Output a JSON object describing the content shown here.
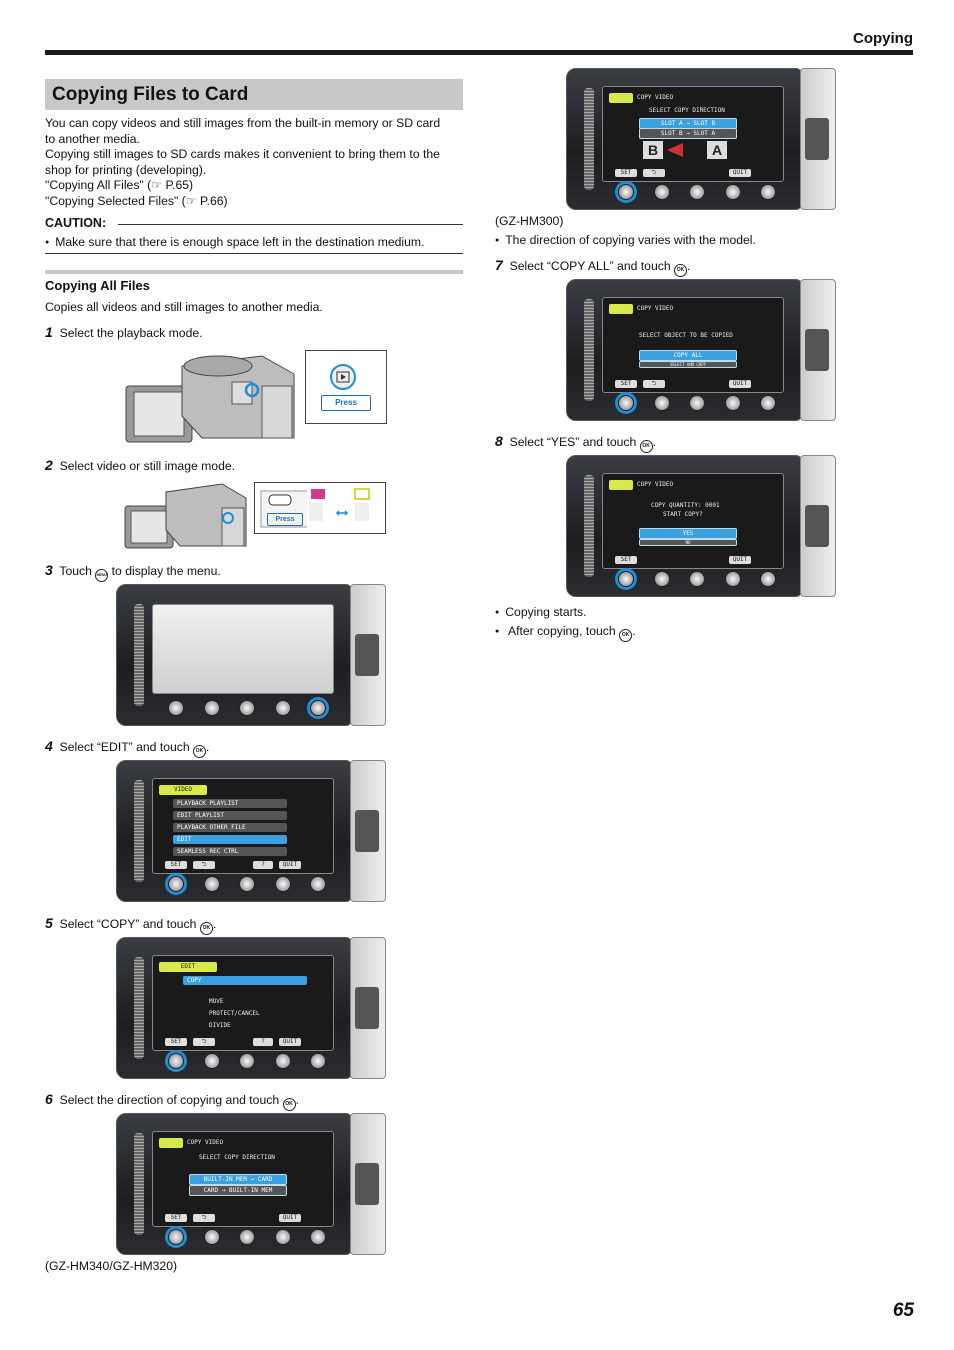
{
  "header": {
    "section": "Copying"
  },
  "title": "Copying Files to Card",
  "intro": [
    "You can copy videos and still images from the built-in memory or SD card",
    "to another media.",
    "Copying still images to SD cards makes it convenient to bring them to the",
    "shop for printing (developing).",
    "\"Copying All Files\"  (☞ P.65)",
    "\"Copying Selected Files\"  (☞ P.66)"
  ],
  "caution": {
    "label": "CAUTION:",
    "items": [
      "Make sure that there is enough space left in the destination medium."
    ]
  },
  "subsection": {
    "title": "Copying All Files",
    "desc": "Copies all videos and still images to another media."
  },
  "steps": [
    {
      "num": "1",
      "text": "Select the playback mode."
    },
    {
      "num": "2",
      "text": "Select video or still image mode."
    },
    {
      "num": "3",
      "text_before": "Touch",
      "text_after": "to display the menu."
    },
    {
      "num": "4",
      "text": "Select “EDIT” and touch"
    },
    {
      "num": "5",
      "text": "Select “COPY” and touch"
    },
    {
      "num": "6",
      "text": "Select the direction of copying and touch"
    },
    {
      "num": "7",
      "text": "Select “COPY ALL” and touch"
    },
    {
      "num": "8",
      "text": "Select “YES” and touch"
    }
  ],
  "press_label": "Press",
  "ok_icon_text": "OK",
  "menu_icon_text": "MENU",
  "screens": {
    "common": {
      "set": "SET",
      "back": "⮌",
      "quit": "QUIT",
      "help": "?"
    },
    "edit_menu": {
      "tab": "VIDEO",
      "rows": [
        "PLAYBACK PLAYLIST",
        "EDIT PLAYLIST",
        "PLAYBACK OTHER FILE",
        "EDIT",
        "SEAMLESS REC CTRL"
      ]
    },
    "copy_menu": {
      "tab": "EDIT",
      "rows": [
        "COPY",
        "MOVE",
        "PROTECT/CANCEL",
        "DIVIDE"
      ]
    },
    "direction_hm340": {
      "title": "COPY VIDEO",
      "prompt": "SELECT COPY DIRECTION",
      "opt1": "BUILT-IN MEM → CARD",
      "opt2": "CARD → BUILT-IN MEM"
    },
    "direction_hm300": {
      "title": "COPY VIDEO",
      "prompt": "SELECT COPY DIRECTION",
      "opt1": "SLOT A → SLOT B",
      "opt2": "SLOT B → SLOT A",
      "slot_b": "B",
      "slot_a": "A"
    },
    "copy_all": {
      "title": "COPY VIDEO",
      "prompt": "SELECT OBJECT TO BE COPIED",
      "opt1": "COPY ALL",
      "opt2": "SELECT AND COPY"
    },
    "confirm": {
      "title": "COPY VIDEO",
      "line1": "COPY QUANTITY: 0001",
      "line2": "START COPY?",
      "yes": "YES",
      "no": "NO"
    }
  },
  "caption_hm340": "(GZ-HM340/GZ-HM320)",
  "caption_hm300": "(GZ-HM300)",
  "note_direction": "The direction of copying varies with the model.",
  "after_notes": [
    "Copying starts.",
    "After copying, touch"
  ],
  "page_number": "65"
}
